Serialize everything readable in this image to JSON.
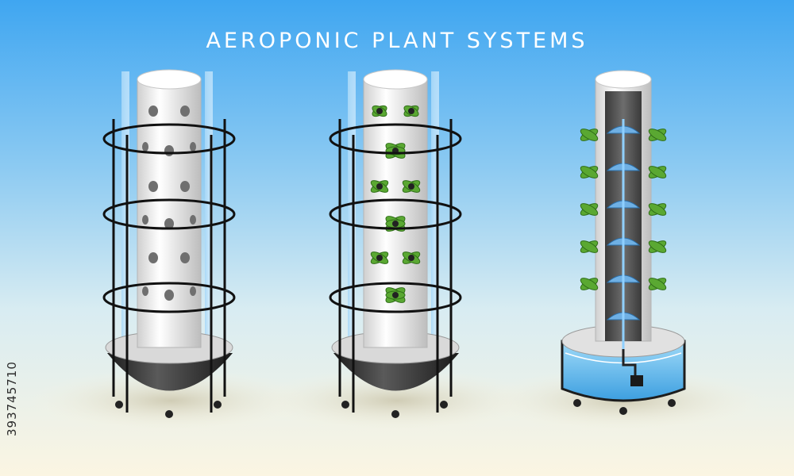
{
  "title": "AEROPONIC PLANT SYSTEMS",
  "stock_id": "393745710",
  "colors": {
    "sky_top": "#46a8f0",
    "sky_bottom": "#fbf6e6",
    "tower_white": "#f2f2f2",
    "base_black": "#2f2f2f",
    "leaf_green": "#5aa832",
    "water_blue": "#6fc2ee"
  },
  "towers": [
    {
      "name": "empty-tower"
    },
    {
      "name": "planted-tower"
    },
    {
      "name": "cutaway-tower"
    }
  ]
}
